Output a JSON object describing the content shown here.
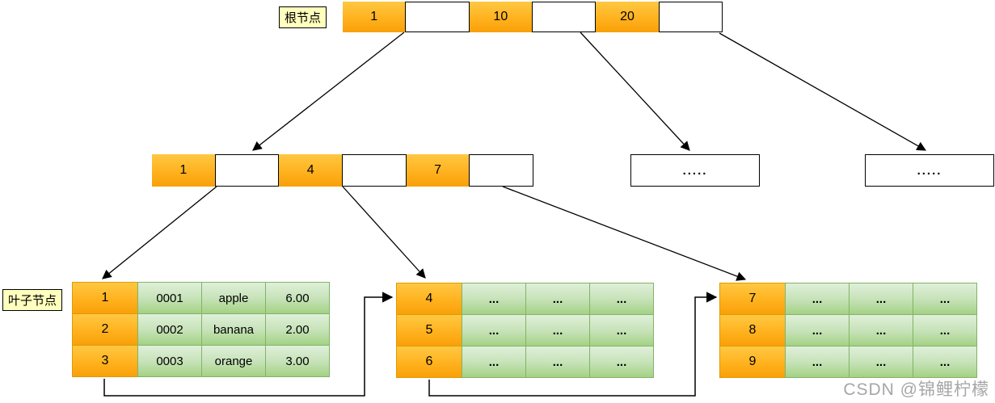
{
  "labels": {
    "root": "根节点",
    "leaf": "叶子节点"
  },
  "root_node": {
    "cells": [
      "1",
      "",
      "10",
      "",
      "20",
      ""
    ]
  },
  "internal_node": {
    "cells": [
      "1",
      "",
      "4",
      "",
      "7",
      ""
    ]
  },
  "ellipsis_nodes": [
    ".....",
    "....."
  ],
  "leaf_tables": [
    {
      "rows": [
        [
          "1",
          "0001",
          "apple",
          "6.00"
        ],
        [
          "2",
          "0002",
          "banana",
          "2.00"
        ],
        [
          "3",
          "0003",
          "orange",
          "3.00"
        ]
      ]
    },
    {
      "rows": [
        [
          "4",
          "...",
          "...",
          "..."
        ],
        [
          "5",
          "...",
          "...",
          "..."
        ],
        [
          "6",
          "...",
          "...",
          "..."
        ]
      ]
    },
    {
      "rows": [
        [
          "7",
          "...",
          "...",
          "..."
        ],
        [
          "8",
          "...",
          "...",
          "..."
        ],
        [
          "9",
          "...",
          "...",
          "..."
        ]
      ]
    }
  ],
  "watermark": "CSDN @锦鲤柠檬",
  "colors": {
    "key_cell_gradient_top": "#ffc843",
    "key_cell_gradient_bottom": "#f9a009",
    "data_cell_gradient_top": "#dff0d9",
    "data_cell_gradient_bottom": "#a3d284",
    "data_cell_border": "#82b366",
    "label_background": "#ffffbe",
    "arrow_color": "#000000",
    "watermark_color": "#a6a6a6"
  }
}
